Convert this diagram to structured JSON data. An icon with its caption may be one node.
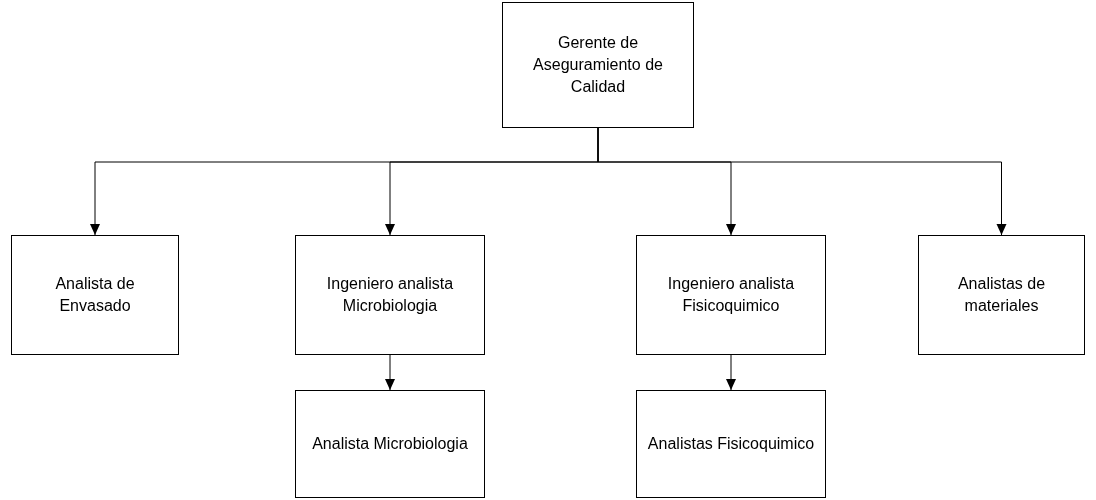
{
  "diagram": {
    "nodes": [
      {
        "text": [
          "Gerente de Aseguramiento de Calidad"
        ]
      },
      {
        "text": [
          "Analista de Envasado"
        ]
      },
      {
        "text": [
          "Ingeniero analista Microbiologia"
        ]
      },
      {
        "text": [
          "Ingeniero analista Fisicoquimico"
        ]
      },
      {
        "text": [
          "Analistas de materiales"
        ]
      },
      {
        "text": [
          "Analista Microbiologia"
        ]
      },
      {
        "text": [
          "Analistas Fisicoquimico"
        ]
      }
    ],
    "edges": [
      {
        "from": 0,
        "to": 1,
        "arrow": "to"
      },
      {
        "from": 0,
        "to": 2,
        "arrow": "to"
      },
      {
        "from": 0,
        "to": 3,
        "arrow": "to"
      },
      {
        "from": 0,
        "to": 4,
        "arrow": "to"
      },
      {
        "from": 2,
        "to": 5,
        "arrow": "to"
      },
      {
        "from": 3,
        "to": 6,
        "arrow": "to"
      }
    ]
  }
}
